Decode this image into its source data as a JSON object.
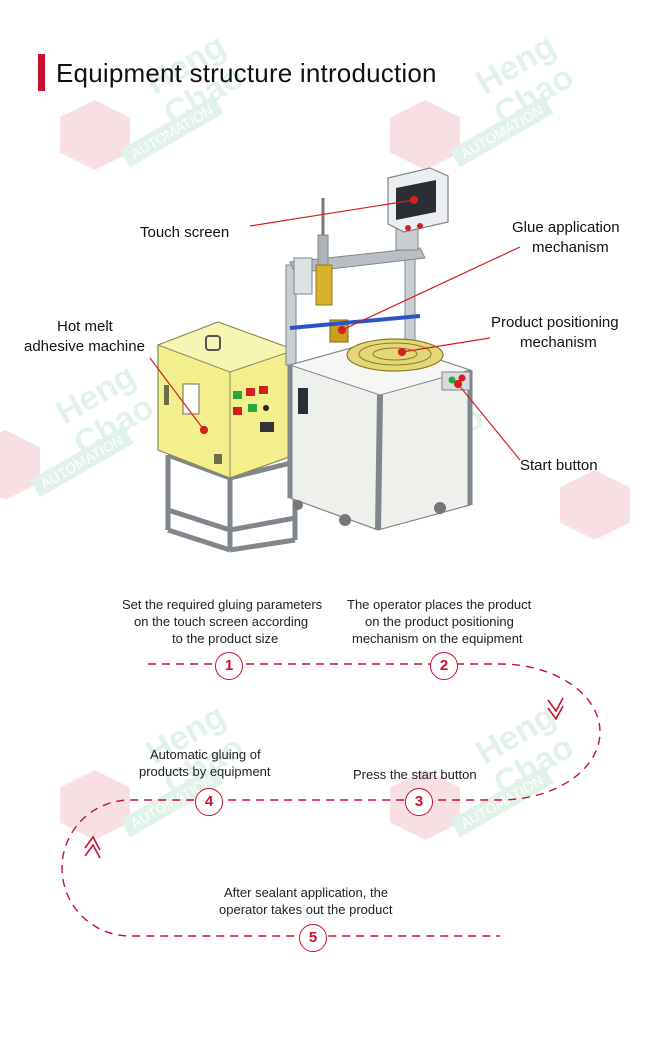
{
  "title": "Equipment structure introduction",
  "watermark": {
    "brand_line1": "Heng",
    "brand_line2": "Chao",
    "sub": "AUTOMATION"
  },
  "labels": {
    "touch_screen": "Touch screen",
    "glue_line1": "Glue application",
    "glue_line2": "mechanism",
    "hotmelt_line1": "Hot melt",
    "hotmelt_line2": "adhesive machine",
    "product_line1": "Product positioning",
    "product_line2": "mechanism",
    "start_button": "Start button"
  },
  "steps": [
    {
      "number": "1",
      "line1": "Set the required gluing parameters",
      "line2": "on the touch screen according",
      "line3": "to the product size"
    },
    {
      "number": "2",
      "line1": "The operator places the product",
      "line2": "on the product positioning",
      "line3": "mechanism on the equipment"
    },
    {
      "number": "3",
      "line1": "Press the start button"
    },
    {
      "number": "4",
      "line1": "Automatic gluing of",
      "line2": "products by equipment"
    },
    {
      "number": "5",
      "line1": "After sealant application, the",
      "line2": "operator takes out the product"
    }
  ],
  "colors": {
    "accent": "#c8102e",
    "machine_yellow": "#f2ef8c",
    "frame": "#9aa0a6",
    "cabinet": "#eef0ec",
    "watermark_green": "#1e9e63"
  }
}
